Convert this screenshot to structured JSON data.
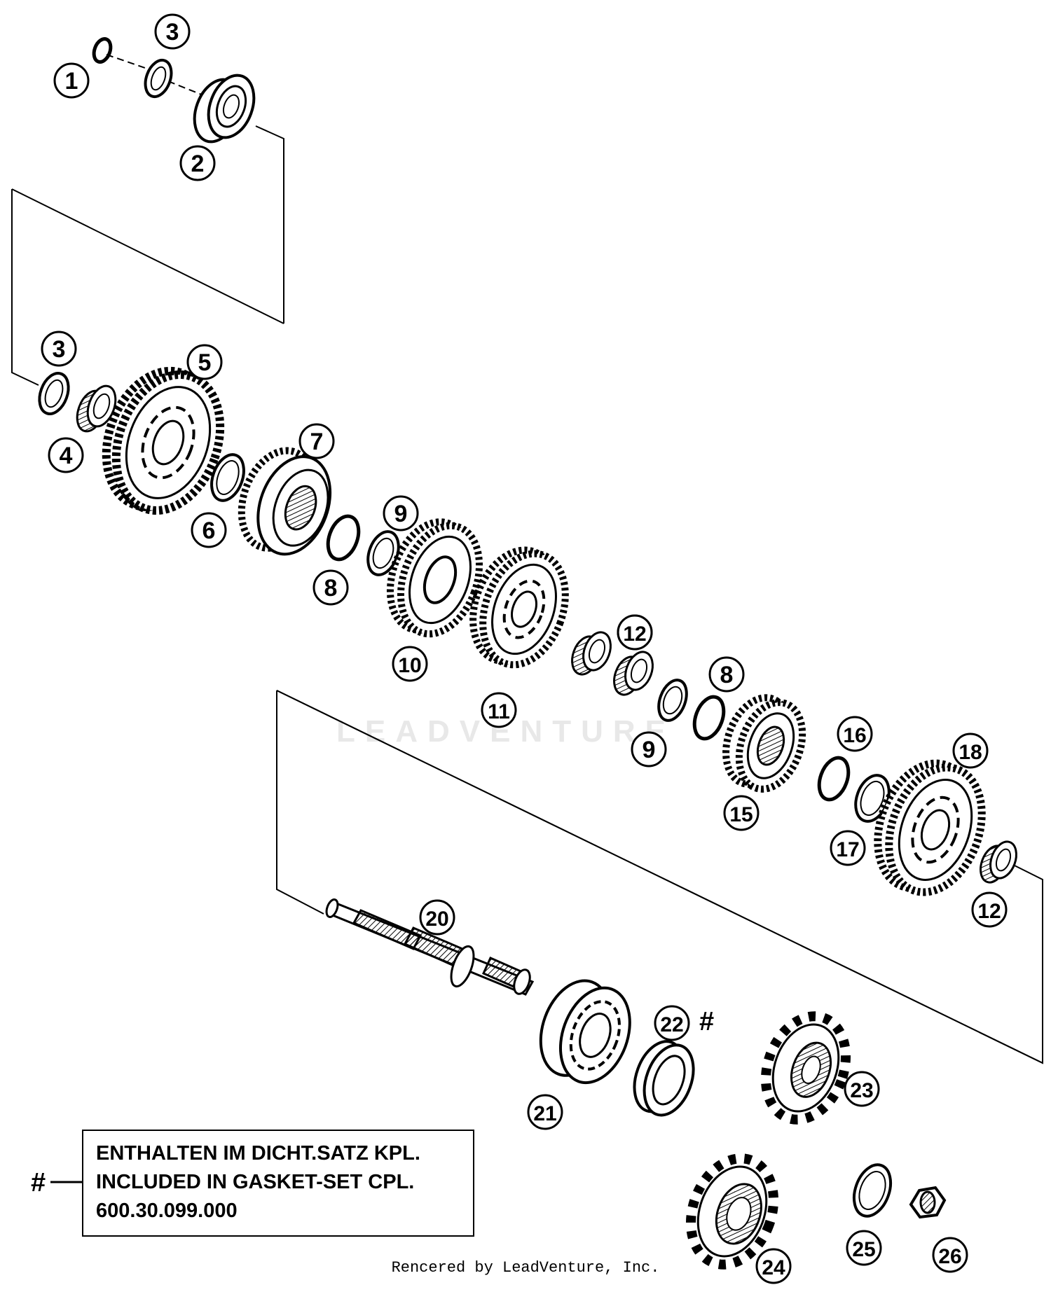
{
  "callouts": [
    "1",
    "2",
    "3",
    "3",
    "4",
    "5",
    "6",
    "7",
    "8",
    "9",
    "10",
    "11",
    "12",
    "12",
    "9",
    "8",
    "15",
    "16",
    "17",
    "18",
    "12",
    "20",
    "21",
    "22",
    "23",
    "24",
    "25",
    "26"
  ],
  "note": {
    "marker": "#",
    "line1": "ENTHALTEN IM DICHT.SATZ KPL.",
    "line2": "INCLUDED IN GASKET-SET CPL.",
    "line3": "600.30.099.000"
  },
  "part22_marker": "#",
  "watermark": "LEADVENTURE",
  "footer": "Rencered by LeadVenture, Inc."
}
